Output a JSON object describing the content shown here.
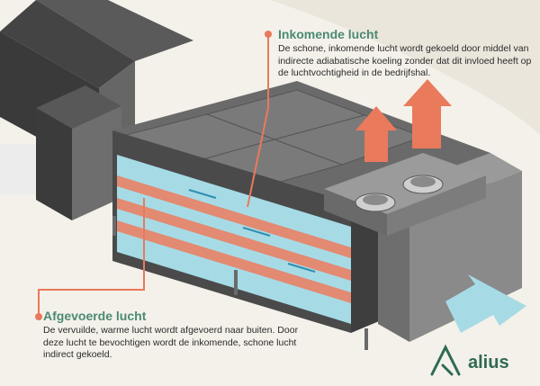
{
  "callouts": {
    "inkomende": {
      "title": "Inkomende lucht",
      "text": "De schone, inkomende lucht wordt gekoeld door middel van indirecte adiabatische koeling zonder dat dit invloed heeft op de luchtvochtigheid in de bedrijfshal."
    },
    "afgevoerde": {
      "title": "Afgevoerde lucht",
      "text": "De vervuilde, warme lucht wordt afgevoerd naar buiten. Door deze lucht te bevochtigen wordt de inkomende, schone lucht indirect gekoeld."
    }
  },
  "brand": {
    "name": "alius"
  },
  "colors": {
    "background": "#f4f1ea",
    "dark_gray": "#4a4a4a",
    "mid_gray": "#6b6b6b",
    "light_gray": "#8c8c8c",
    "accent_orange": "#e9795c",
    "accent_blue": "#8fd0de",
    "brand_green": "#2f6a52",
    "title_green": "#4a8a72"
  },
  "icons": [
    "fan-icon",
    "alius-logo-icon",
    "callout-dot-icon",
    "airflow-arrow-icon"
  ]
}
